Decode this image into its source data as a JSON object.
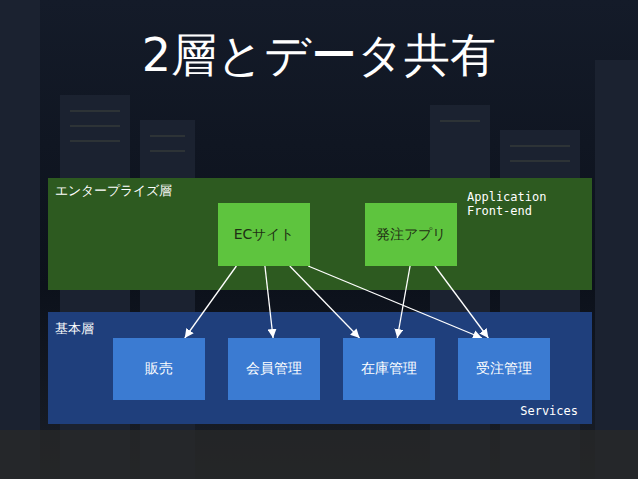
{
  "diagram": {
    "title": "2層とデータ共有",
    "nodes": [
      {
        "text": [
          "エンタープライズ層",
          "Application Front-end"
        ]
      },
      {
        "text": [
          "ECサイト"
        ],
        "in": 0
      },
      {
        "text": [
          "発注アプリ"
        ],
        "in": 0
      },
      {
        "text": [
          "基本層",
          "Services"
        ]
      },
      {
        "text": [
          "販売"
        ],
        "in": 3
      },
      {
        "text": [
          "会員管理"
        ],
        "in": 3
      },
      {
        "text": [
          "在庫管理"
        ],
        "in": 3
      },
      {
        "text": [
          "受注管理"
        ],
        "in": 3
      }
    ],
    "edges": [
      {
        "from": 1,
        "to": 4,
        "arrow": "to"
      },
      {
        "from": 1,
        "to": 5,
        "arrow": "to"
      },
      {
        "from": 1,
        "to": 6,
        "arrow": "to"
      },
      {
        "from": 1,
        "to": 7,
        "arrow": "to"
      },
      {
        "from": 2,
        "to": 6,
        "arrow": "to"
      },
      {
        "from": 2,
        "to": 7,
        "arrow": "to"
      }
    ]
  }
}
